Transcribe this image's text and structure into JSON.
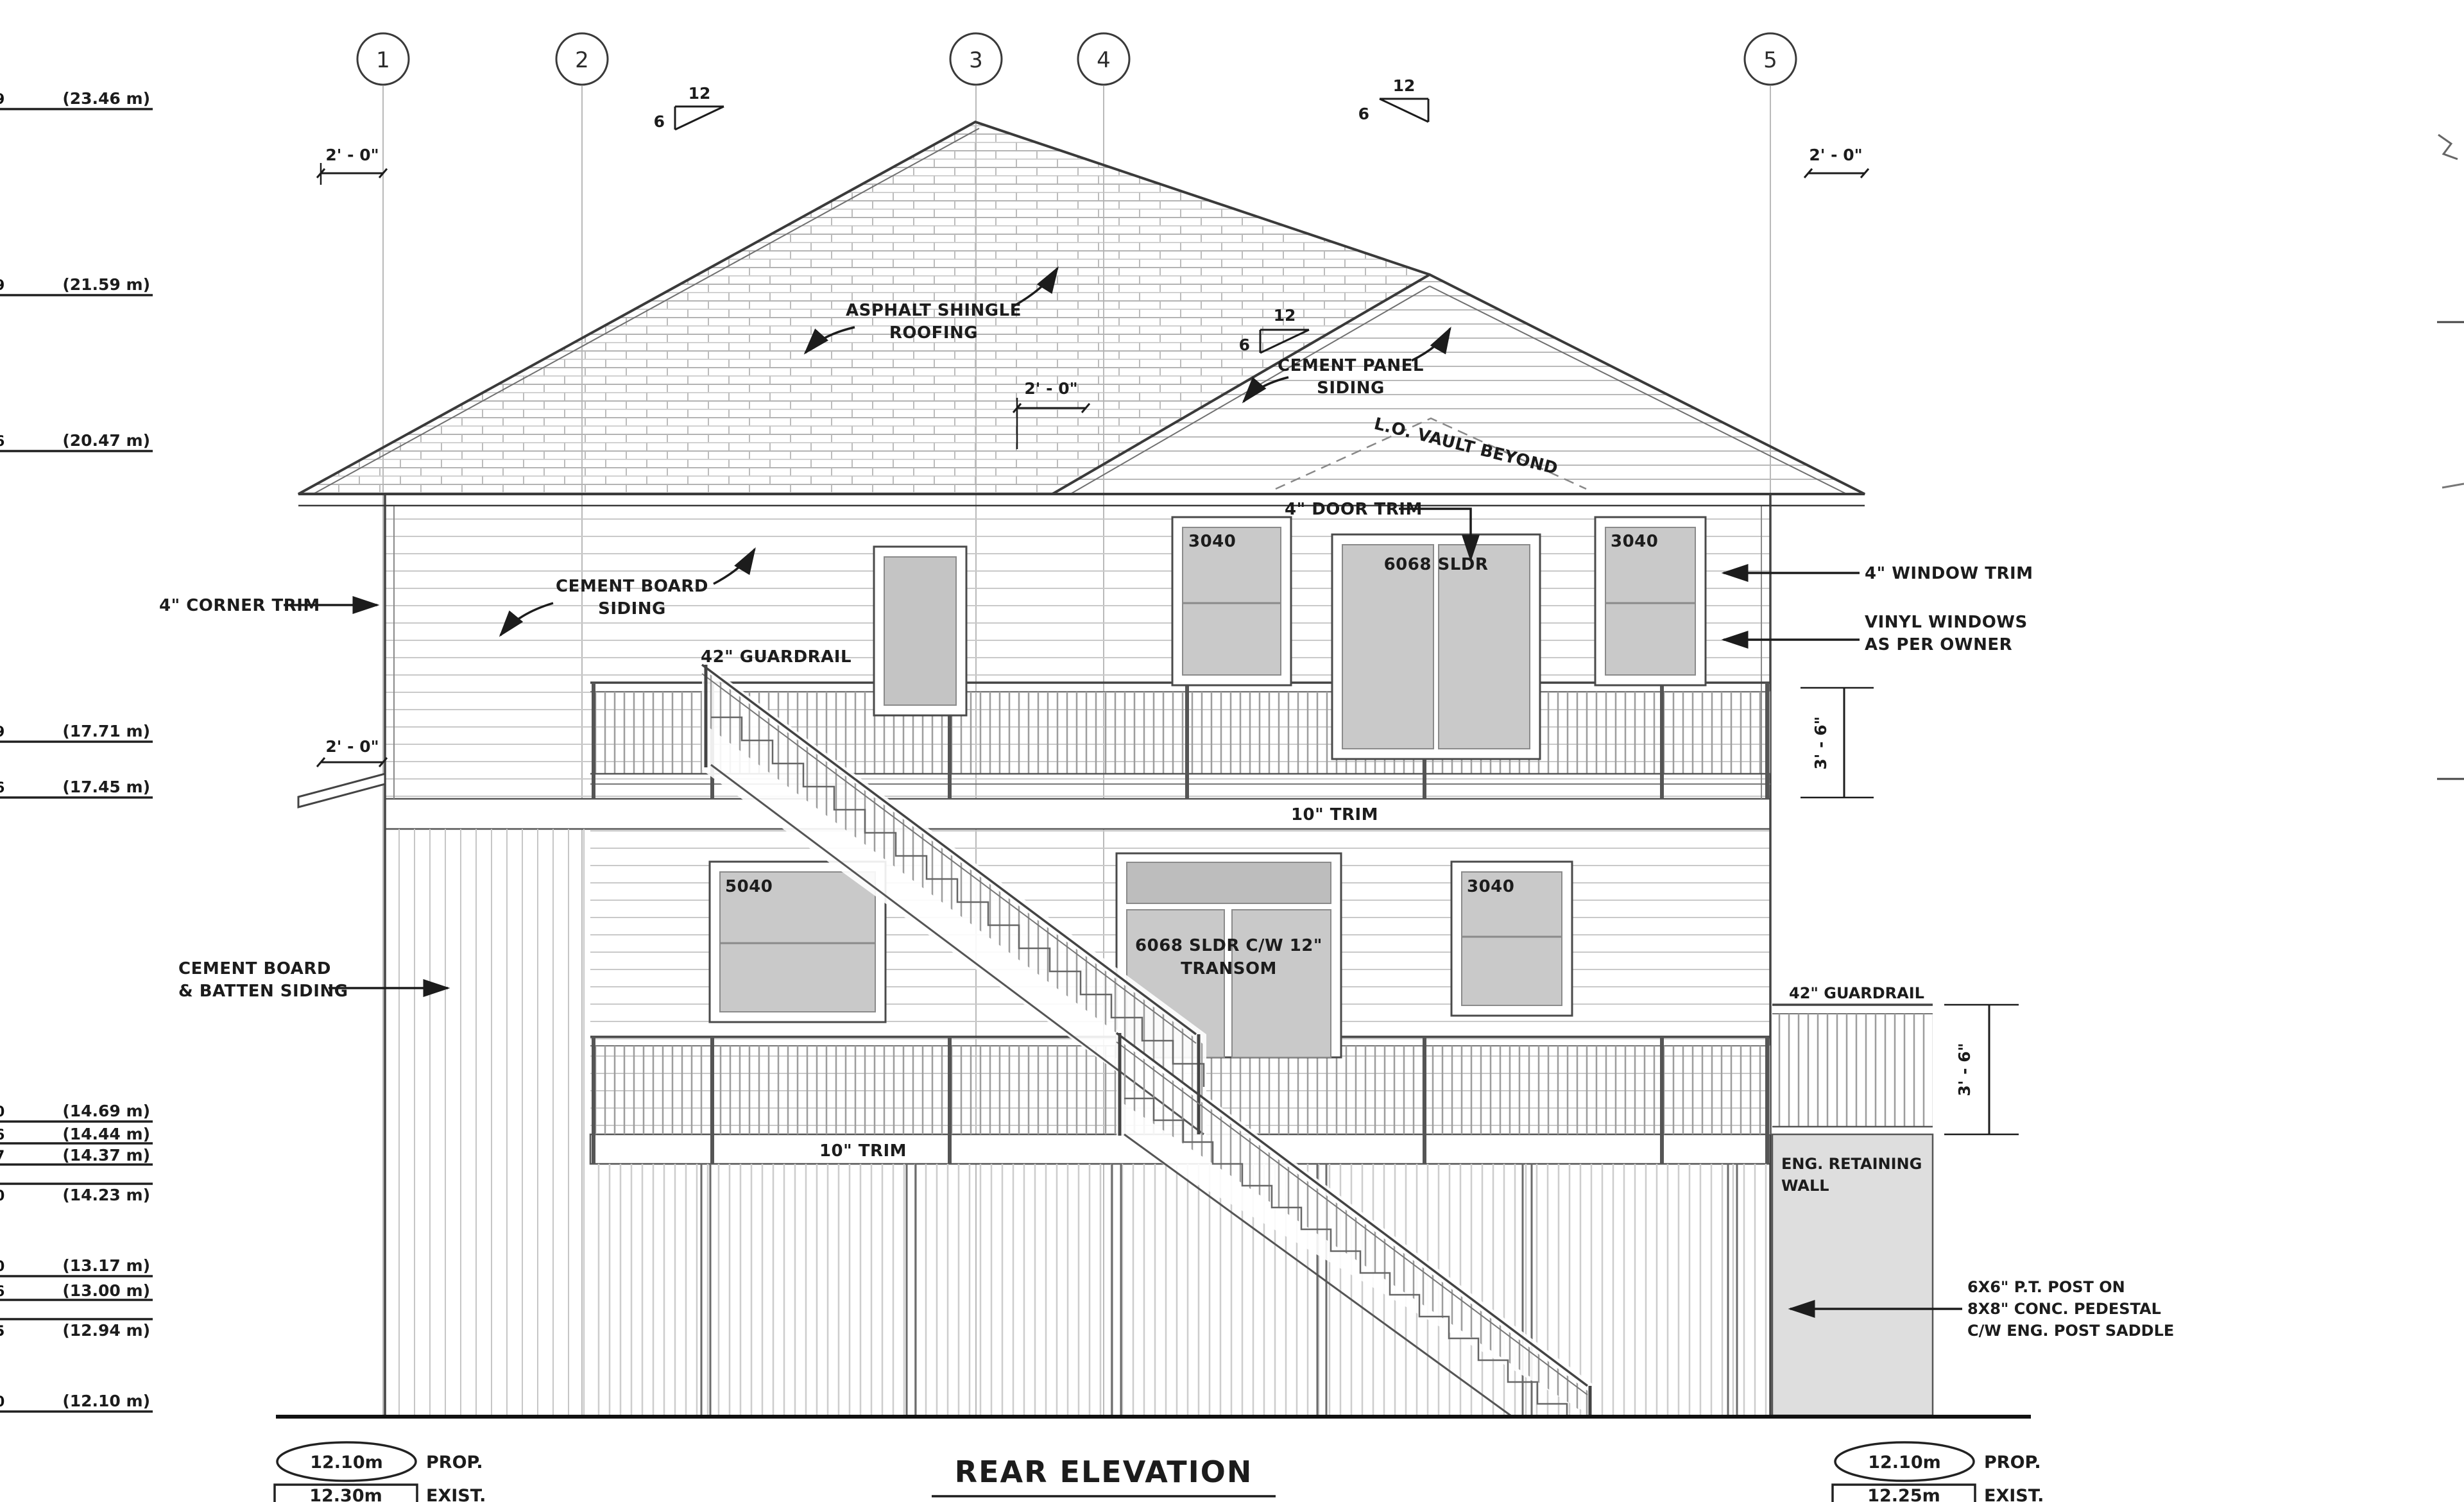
{
  "title": "REAR ELEVATION",
  "grids": [
    "1",
    "2",
    "3",
    "4",
    "5"
  ],
  "markers": [
    {
      "f": "9",
      "v": "(23.46 m)"
    },
    {
      "f": "9",
      "v": "(21.59 m)"
    },
    {
      "f": "6",
      "v": "(20.47 m)"
    },
    {
      "f": "9",
      "v": "(17.71 m)"
    },
    {
      "f": "6",
      "v": "(17.45 m)"
    },
    {
      "f": "0",
      "v": "(14.69 m)"
    },
    {
      "f": "6",
      "v": "(14.44 m)"
    },
    {
      "f": "7",
      "v": "(14.37 m)"
    },
    {
      "f": "0",
      "v": "(14.23 m)"
    },
    {
      "f": "0",
      "v": "(13.17 m)"
    },
    {
      "f": "6",
      "v": "(13.00 m)"
    },
    {
      "f": "5",
      "v": "(12.94 m)"
    },
    {
      "f": "0",
      "v": "(12.10 m)"
    }
  ],
  "labels": {
    "asphalt_l1": "ASPHALT SHINGLE",
    "asphalt_l2": "ROOFING",
    "cement_panel_l1": "CEMENT PANEL",
    "cement_panel_l2": "SIDING",
    "lo_vault": "L.O. VAULT BEYOND",
    "door_trim": "4\" DOOR TRIM",
    "corner_trim": "4\" CORNER TRIM",
    "cement_board_l1": "CEMENT BOARD",
    "cement_board_l2": "SIDING",
    "guardrail_upper": "42\" GUARDRAIL",
    "guardrail_right": "42\" GUARDRAIL",
    "trim_upper": "10\" TRIM",
    "trim_lower": "10\" TRIM",
    "batten_l1": "CEMENT BOARD",
    "batten_l2": "& BATTEN SIDING",
    "window_trim": "4\" WINDOW TRIM",
    "vinyl_l1": "VINYL WINDOWS",
    "vinyl_l2": "AS PER OWNER",
    "retaining_l1": "ENG. RETAINING",
    "retaining_l2": "WALL",
    "post_l1": "6X6\" P.T. POST ON",
    "post_l2": "8X8\" CONC. PEDESTAL",
    "post_l3": "C/W ENG. POST SADDLE"
  },
  "windows": {
    "w3040a": "3040",
    "door_up": "6068 SLDR",
    "w3040b": "3040",
    "w5040": "5040",
    "door_low_l1": "6068 SLDR C/W 12\"",
    "door_low_l2": "TRANSOM",
    "w3040c": "3040"
  },
  "dims": {
    "eave_left": "2' - 0\"",
    "eave_mid": "2' - 0\"",
    "eave_right": "2' - 0\"",
    "rail_upper": "3' - 6\"",
    "rail_lower": "3' - 6\""
  },
  "slope": {
    "rise": "12",
    "run": "6"
  },
  "datum": {
    "left_prop": "12.10m",
    "left_prop_lbl": "PROP.",
    "left_exist": "12.30m",
    "left_exist_lbl": "EXIST.",
    "right_prop": "12.10m",
    "right_prop_lbl": "PROP.",
    "right_exist": "12.25m",
    "right_exist_lbl": "EXIST."
  }
}
